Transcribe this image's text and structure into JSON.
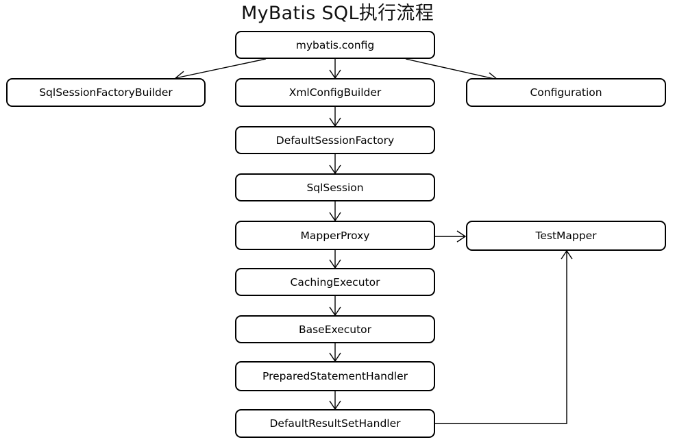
{
  "title": "MyBatis SQL执行流程",
  "nodes": {
    "mybatis_config": "mybatis.config",
    "sql_session_factory_builder": "SqlSessionFactoryBuilder",
    "xml_config_builder": "XmlConfigBuilder",
    "configuration": "Configuration",
    "default_session_factory": "DefaultSessionFactory",
    "sql_session": "SqlSession",
    "mapper_proxy": "MapperProxy",
    "test_mapper": "TestMapper",
    "caching_executor": "CachingExecutor",
    "base_executor": "BaseExecutor",
    "prepared_statement_handler": "PreparedStatementHandler",
    "default_result_set_handler": "DefaultResultSetHandler"
  },
  "edges": [
    {
      "from": "mybatis.config",
      "to": "SqlSessionFactoryBuilder"
    },
    {
      "from": "mybatis.config",
      "to": "XmlConfigBuilder"
    },
    {
      "from": "mybatis.config",
      "to": "Configuration"
    },
    {
      "from": "XmlConfigBuilder",
      "to": "DefaultSessionFactory"
    },
    {
      "from": "DefaultSessionFactory",
      "to": "SqlSession"
    },
    {
      "from": "SqlSession",
      "to": "MapperProxy"
    },
    {
      "from": "MapperProxy",
      "to": "TestMapper"
    },
    {
      "from": "MapperProxy",
      "to": "CachingExecutor"
    },
    {
      "from": "CachingExecutor",
      "to": "BaseExecutor"
    },
    {
      "from": "BaseExecutor",
      "to": "PreparedStatementHandler"
    },
    {
      "from": "PreparedStatementHandler",
      "to": "DefaultResultSetHandler"
    },
    {
      "from": "DefaultResultSetHandler",
      "to": "TestMapper"
    }
  ]
}
